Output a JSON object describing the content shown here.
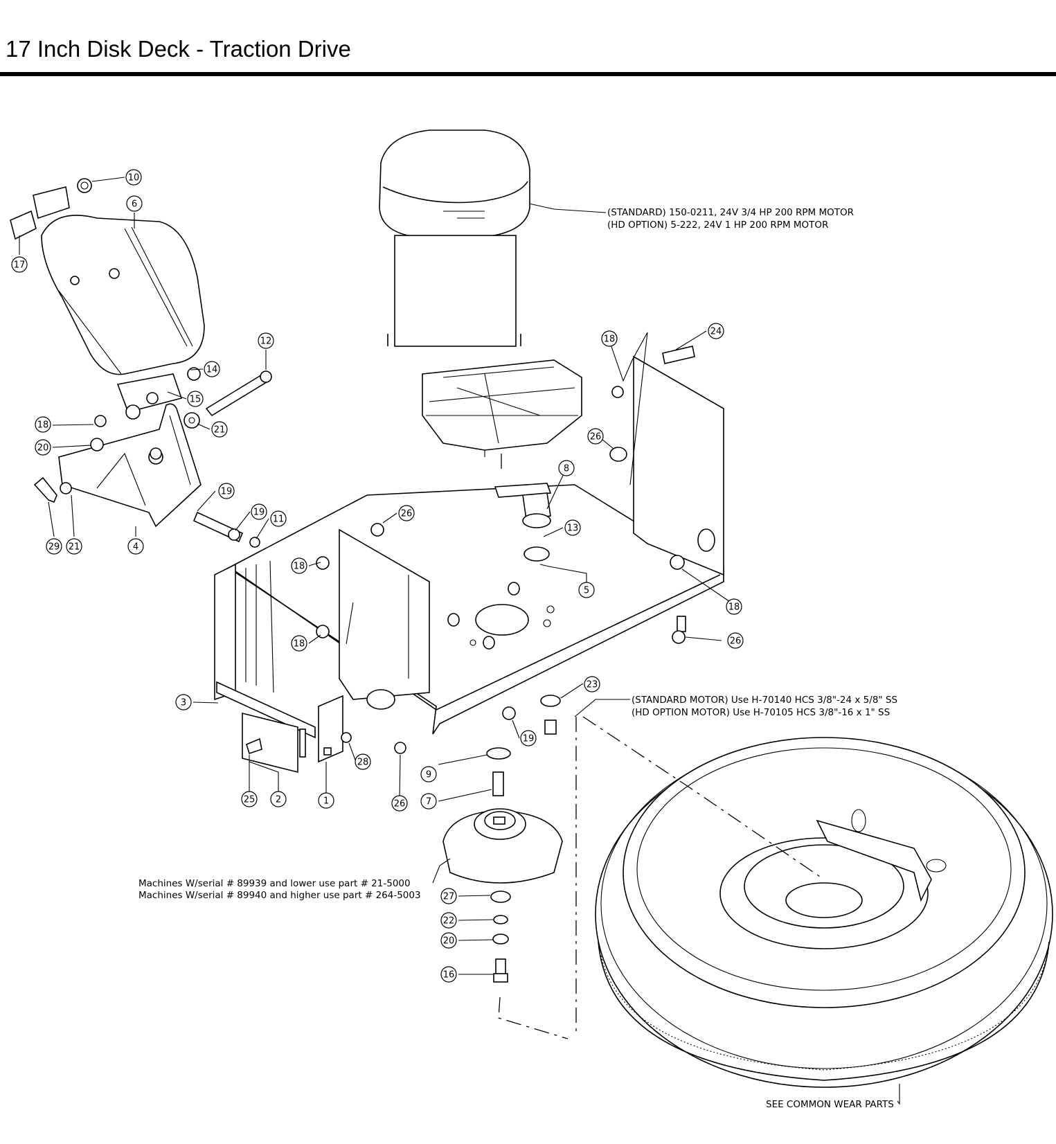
{
  "title": "17 Inch Disk Deck - Traction Drive",
  "annotations": {
    "motor_standard": "(STANDARD) 150-0211, 24V 3/4 HP 200 RPM MOTOR",
    "motor_hd": "(HD OPTION) 5-222, 24V 1 HP 200 RPM MOTOR",
    "bolt_standard": "(STANDARD MOTOR) Use H-70140 HCS 3/8\"-24 x 5/8\" SS",
    "bolt_hd": "(HD OPTION MOTOR) Use H-70105 HCS 3/8\"-16 x 1\" SS",
    "hub_lower_serial": "Machines W/serial # 89939 and lower use part # 21-5000",
    "hub_higher_serial": "Machines W/serial # 89940 and higher use part # 264-5003",
    "wear_parts": "SEE COMMON WEAR PARTS"
  },
  "callouts": [
    {
      "id": "c10",
      "label": "10"
    },
    {
      "id": "c6",
      "label": "6"
    },
    {
      "id": "c17",
      "label": "17"
    },
    {
      "id": "c12",
      "label": "12"
    },
    {
      "id": "c14",
      "label": "14"
    },
    {
      "id": "c15",
      "label": "15"
    },
    {
      "id": "c21a",
      "label": "21"
    },
    {
      "id": "c18a",
      "label": "18"
    },
    {
      "id": "c20a",
      "label": "20"
    },
    {
      "id": "c19a",
      "label": "19"
    },
    {
      "id": "c19b",
      "label": "19"
    },
    {
      "id": "c11",
      "label": "11"
    },
    {
      "id": "c29",
      "label": "29"
    },
    {
      "id": "c21b",
      "label": "21"
    },
    {
      "id": "c4",
      "label": "4"
    },
    {
      "id": "c18b",
      "label": "18"
    },
    {
      "id": "c24",
      "label": "24"
    },
    {
      "id": "c26a",
      "label": "26"
    },
    {
      "id": "c8",
      "label": "8"
    },
    {
      "id": "c26b",
      "label": "26"
    },
    {
      "id": "c13",
      "label": "13"
    },
    {
      "id": "c18c",
      "label": "18"
    },
    {
      "id": "c5",
      "label": "5"
    },
    {
      "id": "c18d",
      "label": "18"
    },
    {
      "id": "c18e",
      "label": "18"
    },
    {
      "id": "c26c",
      "label": "26"
    },
    {
      "id": "c23",
      "label": "23"
    },
    {
      "id": "c3",
      "label": "3"
    },
    {
      "id": "c19c",
      "label": "19"
    },
    {
      "id": "c28",
      "label": "28"
    },
    {
      "id": "c9",
      "label": "9"
    },
    {
      "id": "c7",
      "label": "7"
    },
    {
      "id": "c25",
      "label": "25"
    },
    {
      "id": "c2",
      "label": "2"
    },
    {
      "id": "c1",
      "label": "1"
    },
    {
      "id": "c26d",
      "label": "26"
    },
    {
      "id": "c27",
      "label": "27"
    },
    {
      "id": "c22",
      "label": "22"
    },
    {
      "id": "c20b",
      "label": "20"
    },
    {
      "id": "c16",
      "label": "16"
    }
  ]
}
